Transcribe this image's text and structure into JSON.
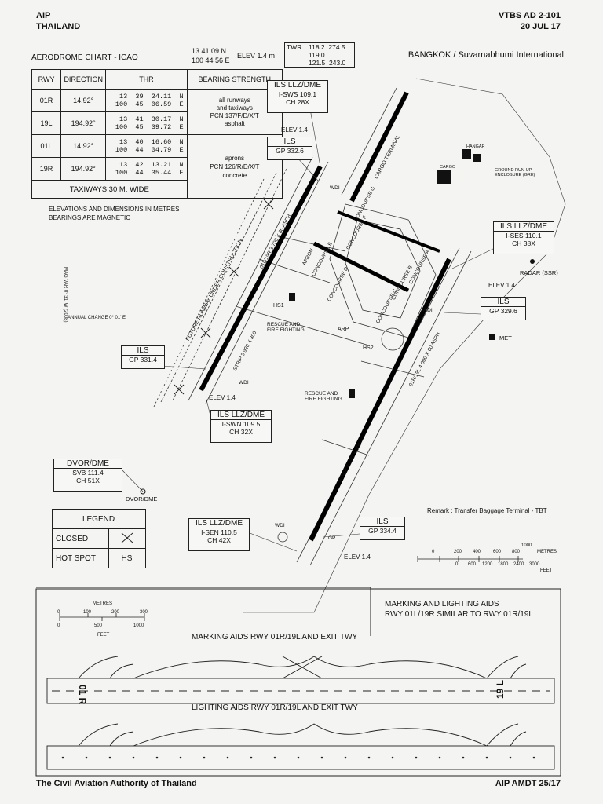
{
  "header": {
    "aip": "AIP",
    "country": "THAILAND",
    "doc_ref": "VTBS AD 2-101",
    "date": "20 JUL 17"
  },
  "chart_title": "AERODROME CHART - ICAO",
  "arp": {
    "lat": "13 41 09 N",
    "lon": "100 44 56 E",
    "elev": "ELEV 1.4 m"
  },
  "twr": {
    "label": "TWR",
    "freqs": [
      "118.2  274.5",
      "119.0",
      "121.5  243.0"
    ]
  },
  "airport_name": "BANGKOK / Suvarnabhumi International",
  "runway_table": {
    "headers": {
      "rwy": "RWY",
      "direction": "DIRECTION",
      "thr": "THR",
      "bearing": "BEARING STRENGTH"
    },
    "rows": [
      {
        "rwy": "01R",
        "direction": "14.92°",
        "thr_lat": "13  39  24.11  N",
        "thr_lon": "100  45  06.59  E"
      },
      {
        "rwy": "19L",
        "direction": "194.92°",
        "thr_lat": "13  41  30.17  N",
        "thr_lon": "100  45  39.72  E"
      },
      {
        "rwy": "01L",
        "direction": "14.92°",
        "thr_lat": "13  40  16.60  N",
        "thr_lon": "100  44  04.79  E"
      },
      {
        "rwy": "19R",
        "direction": "194.92°",
        "thr_lat": "13  42  13.21  N",
        "thr_lon": "100  44  35.44  E"
      }
    ],
    "strength_runways": [
      "all runways",
      "and taxiways",
      "PCN 137/F/D/X/T",
      "asphalt"
    ],
    "strength_aprons": [
      "aprons",
      "PCN 126/R/D/X/T",
      "concrete"
    ],
    "taxiways": "TAXIWAYS 30 M.  WIDE"
  },
  "notes": [
    "ELEVATIONS AND DIMENSIONS IN METRES",
    "BEARINGS ARE MAGNETIC"
  ],
  "mag_var": "MAG VAR 0° 31' W (2008)",
  "annual_change": "ANNUAL CHANGE 0° 01' E",
  "nav_boxes": {
    "ils_19r": {
      "title": "ILS LLZ/DME",
      "lines": [
        "I-SWS 109.1",
        "CH 28X"
      ]
    },
    "gp_19r": {
      "title": "ILS",
      "lines": [
        "GP 332.6"
      ]
    },
    "ils_19l": {
      "title": "ILS LLZ/DME",
      "lines": [
        "I-SES 110.1",
        "CH 38X"
      ]
    },
    "gp_19l": {
      "title": "ILS",
      "lines": [
        "GP 329.6"
      ]
    },
    "gp_01l": {
      "title": "ILS",
      "lines": [
        "GP 331.4"
      ]
    },
    "ils_01l": {
      "title": "ILS LLZ/DME",
      "lines": [
        "I-SWN 109.5",
        "CH 32X"
      ]
    },
    "dvor": {
      "title": "DVOR/DME",
      "lines": [
        "SVB 111.4",
        "CH 51X"
      ]
    },
    "ils_01r": {
      "title": "ILS LLZ/DME",
      "lines": [
        "I-SEN 110.5",
        "CH 42X"
      ]
    },
    "gp_01r": {
      "title": "ILS",
      "lines": [
        "GP 334.4"
      ]
    }
  },
  "map_labels": {
    "elev_14": "ELEV 1.4",
    "wdi": "WDI",
    "gp": "GP",
    "radar": "RADAR (SSR)",
    "met": "MET",
    "arp": "ARP",
    "hs1": "HS1",
    "hs2": "HS2",
    "rescue": "RESCUE AND FIRE FIGHTING",
    "dvor_dme": "DVOR/DME",
    "future_rwy": "FUTURE RUNWAY UNDER CONSTRUCTION",
    "cargo_terminal": "CARGO TERMINAL",
    "strip_w": "STRIP 3 920 X 300",
    "strip_e": "STRIP 4 120 X 300",
    "rwy_w": "01L/19R 3 700 X 60 ASPH",
    "rwy_e": "01R/19L 4 000 X 60 ASPH",
    "concourse_a": "CONCOURSE A",
    "concourse_b": "CONCOURSE B",
    "concourse_c": "CONCOURSE C",
    "concourse_d": "CONCOURSE D",
    "concourse_e": "CONCOURSE E",
    "concourse_f": "CONCOURSE F",
    "concourse_g": "CONCOURSE G",
    "apron": "APRON",
    "hangar": "HANGAR",
    "cargo": "CARGO",
    "ground_runup": "GROUND RUN-UP ENCLOSURE (GRE)"
  },
  "legend": {
    "title": "LEGEND",
    "closed": "CLOSED",
    "hotspot": "HOT SPOT",
    "hs": "HS"
  },
  "remark": "Remark : Transfer Baggage Terminal - TBT",
  "scale_metres": {
    "label": "METRES",
    "ticks": [
      "0",
      "200",
      "400",
      "600",
      "800",
      "1000"
    ]
  },
  "scale_feet": {
    "label": "FEET",
    "ticks": [
      "0",
      "600",
      "1200",
      "1800",
      "2400",
      "3000"
    ]
  },
  "small_scale": {
    "metres": "METRES",
    "feet": "FEET",
    "m_ticks": [
      "0",
      "100",
      "200",
      "300"
    ],
    "f_ticks": [
      "0",
      "500",
      "1000"
    ]
  },
  "marking_title": "MARKING AND LIGHTING AIDS",
  "marking_subtitle": "RWY 01L/19R SIMILAR TO RWY 01R/19L",
  "marking_aids": "MARKING AIDS  RWY 01R/19L  AND EXIT TWY",
  "lighting_aids": "LIGHTING AIDS RWY 01R/19L  AND EXIT TWY",
  "marking_rwy_left": "01 R",
  "marking_rwy_right": "19 L",
  "footer": {
    "authority": "The Civil Aviation Authority of Thailand",
    "amdt": "AIP AMDT 25/17"
  }
}
